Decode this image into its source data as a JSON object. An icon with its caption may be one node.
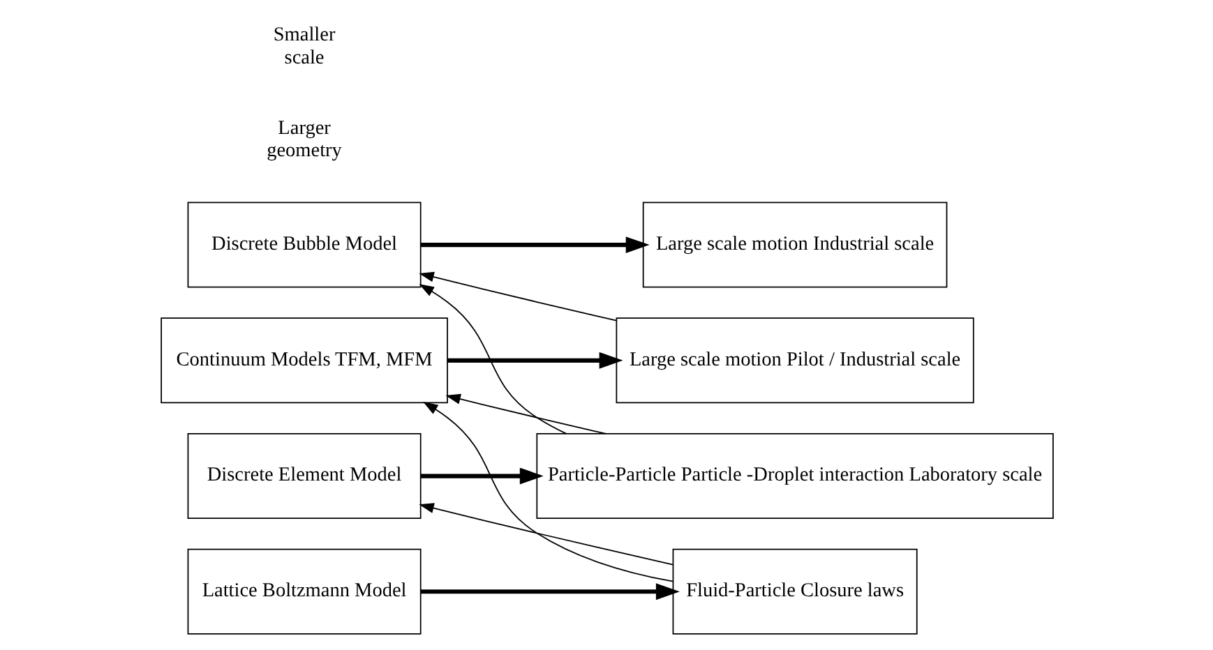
{
  "diagram": {
    "nodes": [
      {
        "text": [
          "Discrete Bubble Model"
        ]
      },
      {
        "text": [
          "Large scale motion Industrial scale"
        ]
      },
      {
        "text": [
          "Continuum Models TFM, MFM"
        ]
      },
      {
        "text": [
          "Large scale motion Pilot / Industrial scale"
        ]
      },
      {
        "text": [
          "Discrete Element Model"
        ]
      },
      {
        "text": [
          "Particle-Particle Particle -Droplet interaction Laboratory scale"
        ]
      },
      {
        "text": [
          "Lattice Boltzmann Model"
        ]
      },
      {
        "text": [
          "Fluid-Particle Closure laws"
        ]
      }
    ],
    "edges": [
      {
        "from": 0,
        "to": 1,
        "arrow": "to",
        "style": "thick"
      },
      {
        "from": 3,
        "to": 0,
        "arrow": "to"
      },
      {
        "from": 5,
        "to": 0,
        "arrow": "to"
      },
      {
        "from": 2,
        "to": 3,
        "arrow": "to",
        "style": "thick"
      },
      {
        "from": 5,
        "to": 2,
        "arrow": "to"
      },
      {
        "from": 7,
        "to": 2,
        "arrow": "to"
      },
      {
        "from": 4,
        "to": 5,
        "arrow": "to",
        "style": "thick"
      },
      {
        "from": 7,
        "to": 4,
        "arrow": "to"
      },
      {
        "from": 6,
        "to": 7,
        "arrow": "to",
        "style": "thick"
      }
    ],
    "labels": [
      "Larger geometry",
      "Smaller scale"
    ]
  }
}
